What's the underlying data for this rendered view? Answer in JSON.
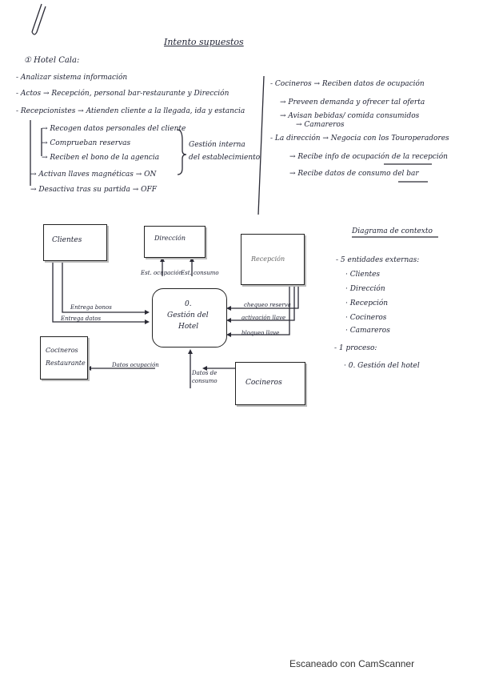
{
  "title": "Intento supuestos",
  "section_heading": "① Hotel Cala:",
  "left_notes": [
    "- Analizar sistema información",
    "- Actos → Recepción, personal bar-restaurante y Dirección",
    "- Recepcionistes → Atienden cliente a la llegada, ida y estancia",
    "→ Recogen datos personales del cliente",
    "→ Comprueban reservas",
    "→ Reciben el bono de la agencia",
    "→ Activan llaves magnéticas → ON",
    "→ Desactiva tras su partida → OFF"
  ],
  "brace_label": [
    "Gestión interna",
    "del establecimiento"
  ],
  "right_notes": [
    "- Cocineros → Reciben datos de ocupación",
    "→ Preveen demanda y ofrecer tal oferta",
    "→ Avisan bebidas/ comida consumidos",
    "→ Camareros",
    "- La dirección → Negocia con los Touroperadores",
    "→ Recibe info de ocupación de la recepción",
    "→ Recibe datos de consumo del bar"
  ],
  "diagram": {
    "boxes": {
      "clientes": "Clientes",
      "direccion": "Dirección",
      "recepcion": "Recepción",
      "cocinero_rest": [
        "Cocineros",
        "Restaurante"
      ],
      "cocineros": "Cocineros"
    },
    "process": [
      "0.",
      "Gestión del",
      "Hotel"
    ],
    "labels": {
      "est_ocupacion": "Est. ocupación",
      "est_consumo": "Est. consumo",
      "entrega_bonos": "Entrega bonos",
      "entrega_datos": "Entrega datos",
      "chequeo_reserva": "chequeo reserva",
      "activacion_llave": "activación llave",
      "bloqueo_llave": "bloqueo llave",
      "datos_ocupacion": "Datos ocupación",
      "datos_consumo": [
        "Datos de",
        "consumo"
      ]
    }
  },
  "context_heading": "Diagrama de contexto",
  "context_items": [
    "- 5 entidades externas:",
    "· Clientes",
    "· Dirección",
    "· Recepción",
    "· Cocineros",
    "· Camareros",
    "- 1 proceso:",
    "· 0. Gestión del hotel"
  ],
  "footer": "Escaneado con CamScanner"
}
